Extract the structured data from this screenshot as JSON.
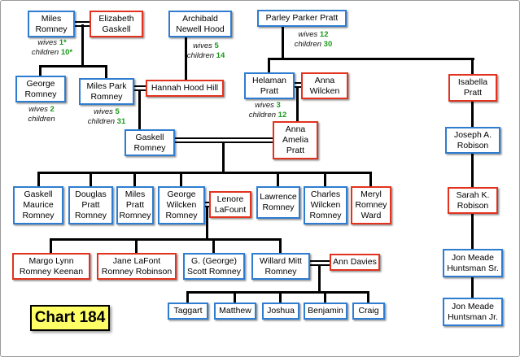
{
  "page": {
    "chart_label": "Chart 184"
  },
  "colors": {
    "male_border": "#2e7dd1",
    "female_border": "#e2331f",
    "count_green": "#1a9a1a",
    "label_bg": "#ffff66",
    "line": "#000000"
  },
  "people": {
    "miles_romney": "Miles Romney",
    "elizabeth_gaskell": "Elizabeth Gaskell",
    "archibald_hood": "Archibald Newell Hood",
    "parley_pratt": "Parley Parker Pratt",
    "george_romney": "George Romney",
    "miles_park_romney": "Miles Park Romney",
    "hannah_hood_hill": "Hannah Hood Hill",
    "helaman_pratt": "Helaman Pratt",
    "anna_wilcken": "Anna Wilcken",
    "isabella_pratt": "Isabella Pratt",
    "gaskell_romney": "Gaskell Romney",
    "anna_amelia_pratt": "Anna Amelia Pratt",
    "joseph_robison": "Joseph A. Robison",
    "gaskell_maurice_romney": "Gaskell Maurice Romney",
    "douglas_pratt_romney": "Douglas Pratt Romney",
    "miles_pratt_romney": "Miles Pratt Romney",
    "george_wilcken_romney": "George Wilcken Romney",
    "lenore_lafount": "Lenore LaFount",
    "lawrence_romney": "Lawrence Romney",
    "charles_wilcken_romney": "Charles Wilcken Romney",
    "meryl_romney_ward": "Meryl Romney Ward",
    "sarah_robison": "Sarah K. Robison",
    "margo_keenan": "Margo Lynn Romney Keenan",
    "jane_robinson": "Jane LaFont Romney Robinson",
    "scott_romney": "G. (George) Scott Romney",
    "willard_mitt_romney": "Willard Mitt Romney",
    "ann_davies": "Ann Davies",
    "jon_huntsman_sr": "Jon Meade Huntsman Sr.",
    "taggart": "Taggart",
    "matthew": "Matthew",
    "joshua": "Joshua",
    "benjamin": "Benjamin",
    "craig": "Craig",
    "jon_huntsman_jr": "Jon Meade Huntsman Jr."
  },
  "annotations": {
    "miles_romney": {
      "wives_label": "wives",
      "wives": "1*",
      "children_label": "children",
      "children": "10*"
    },
    "archibald_hood": {
      "wives_label": "wives",
      "wives": "5",
      "children_label": "children",
      "children": "14"
    },
    "parley_pratt": {
      "wives_label": "wives",
      "wives": "12",
      "children_label": "children",
      "children": "30"
    },
    "george_romney": {
      "wives_label": "wives",
      "wives": "2",
      "children_label": "children",
      "children": ""
    },
    "miles_park_romney": {
      "wives_label": "wives",
      "wives": "5",
      "children_label": "children",
      "children": "31"
    },
    "helaman_pratt": {
      "wives_label": "wives",
      "wives": "3",
      "children_label": "children",
      "children": "12"
    }
  }
}
